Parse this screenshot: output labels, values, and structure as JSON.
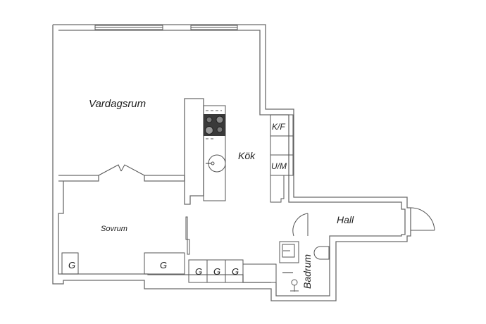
{
  "rooms": {
    "living": "Vardagsrum",
    "kitchen": "Kök",
    "bedroom": "Sovrum",
    "hall": "Hall",
    "bathroom": "Badrum"
  },
  "kitchen_units": {
    "fridge_freezer": "K/F",
    "dishwasher": "U/M"
  },
  "wardrobes": [
    "G",
    "G",
    "G",
    "G",
    "G"
  ],
  "colors": {
    "wall": "#6b6b6b",
    "stove": "#3a3a3a",
    "background": "#ffffff"
  }
}
